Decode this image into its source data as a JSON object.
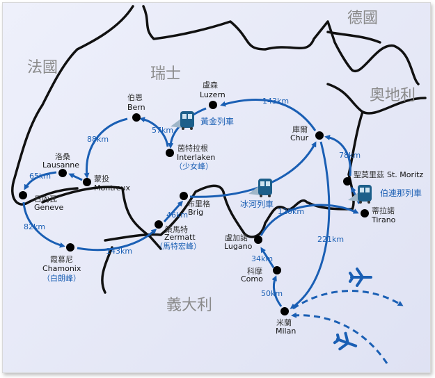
{
  "countries": {
    "france": "法國",
    "switzerland": "瑞士",
    "germany": "德國",
    "austria": "奧地利",
    "italy": "義大利"
  },
  "cities": {
    "bern": {
      "zh": "伯恩",
      "en": "Bern"
    },
    "luzern": {
      "zh": "盧森",
      "en": "Luzern"
    },
    "interlaken": {
      "zh": "茵特拉根",
      "en": "Interlaken",
      "note": "（少女峰）"
    },
    "lausanne": {
      "zh": "洛桑",
      "en": "Lausanne"
    },
    "montreux": {
      "zh": "蒙投",
      "en": "Montreux"
    },
    "geneve": {
      "zh": "日內瓦",
      "en": "Geneve"
    },
    "chamonix": {
      "zh": "霞慕尼",
      "en": "Chamonix",
      "note": "（白朗峰）"
    },
    "zermatt": {
      "zh": "策馬特",
      "en": "Zermatt",
      "note": "（馬特宏峰）"
    },
    "brig": {
      "zh": "布里格",
      "en": "Brig"
    },
    "chur": {
      "zh": "庫爾",
      "en": "Chur"
    },
    "stmoritz": {
      "zh": "聖莫里茲",
      "en": "St. Moritz"
    },
    "tirano": {
      "zh": "蒂拉諾",
      "en": "Tirano"
    },
    "lugano": {
      "zh": "盧加諾",
      "en": "Lugano"
    },
    "como": {
      "zh": "科摩",
      "en": "Como"
    },
    "milan": {
      "zh": "米蘭",
      "en": "Milan"
    }
  },
  "distances": {
    "luzern_chur": "143km",
    "bern_interlaken": "57km",
    "bern_montreux": "88km",
    "lausanne_geneve": "65km",
    "geneve_chamonix": "82km",
    "chamonix_zermatt": "143km",
    "zermatt_brig": "46km",
    "stmoritz_chur": "78km",
    "lugano_tirano": "120km",
    "chur_milan": "221km",
    "como_lugano": "34km",
    "milan_como": "50km"
  },
  "trains": {
    "golden": "黃金列車",
    "glacier": "冰河列車",
    "bernina": "伯連那列車"
  },
  "colors": {
    "route": "#1a5fb4",
    "border": "#111111",
    "background": "#e6e8f5"
  }
}
